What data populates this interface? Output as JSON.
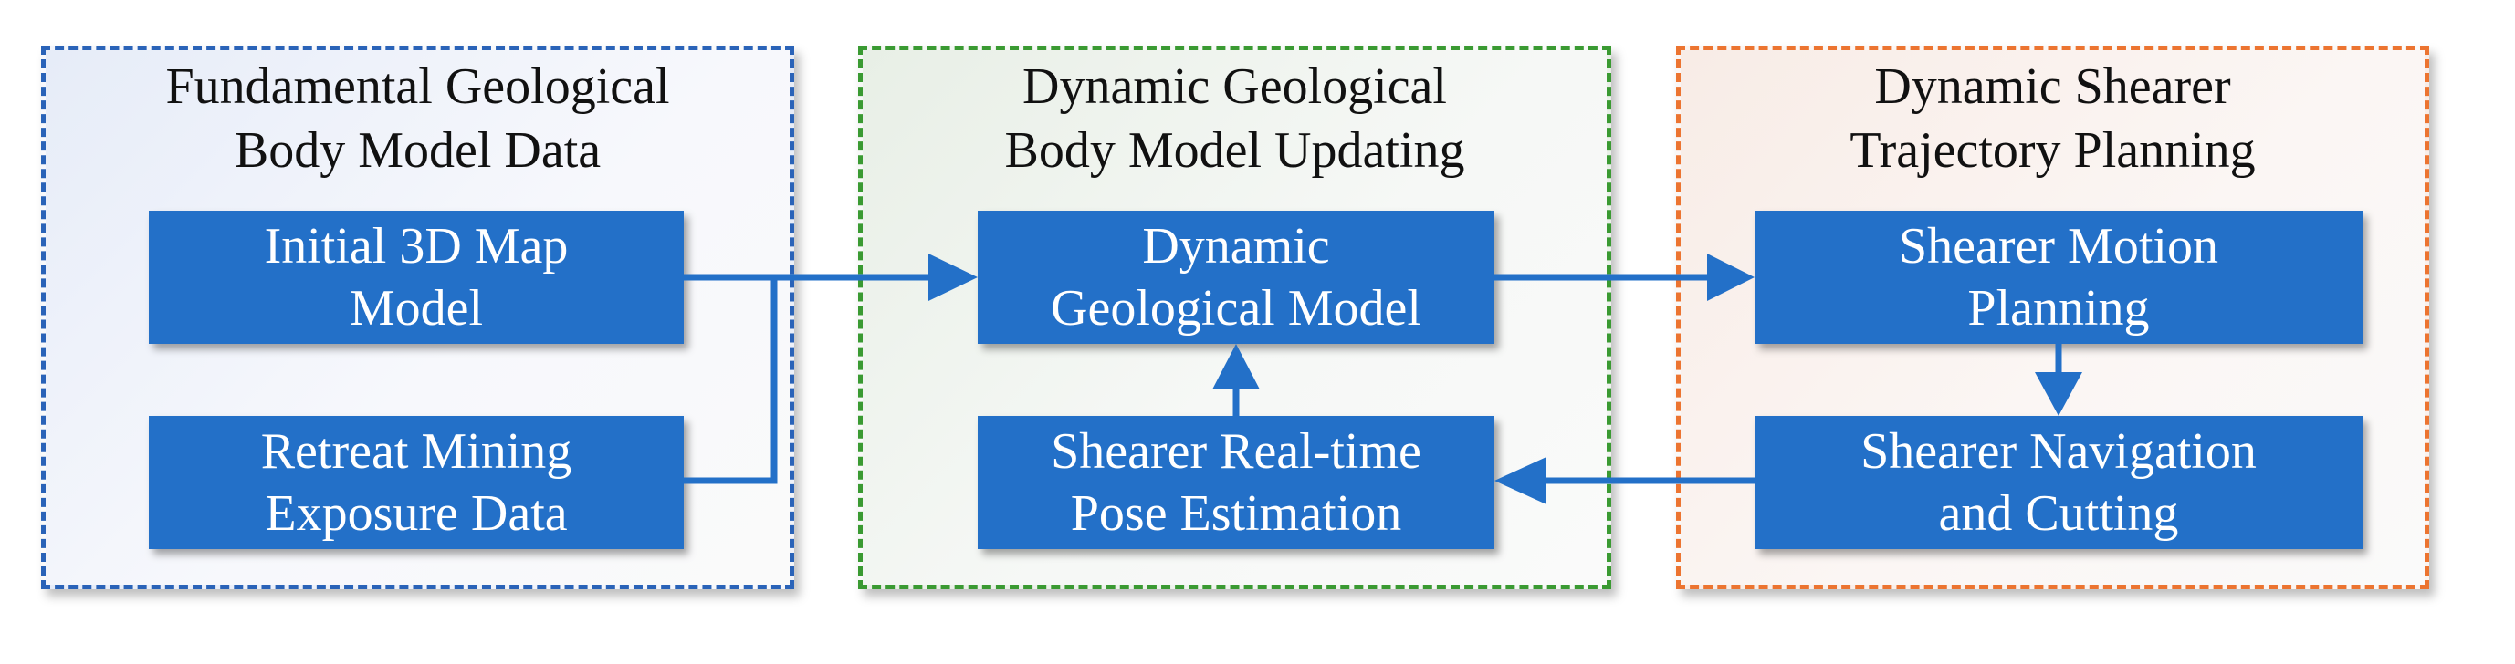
{
  "panels": [
    {
      "title": "Fundamental Geological\nBody Model Data",
      "border_color": "#2a63b8"
    },
    {
      "title": "Dynamic Geological\nBody Model Updating",
      "border_color": "#3a9a32"
    },
    {
      "title": "Dynamic Shearer\nTrajectory Planning",
      "border_color": "#ec7430"
    }
  ],
  "boxes": {
    "initial_map": "Initial 3D Map\nModel",
    "retreat_mining": "Retreat Mining\nExposure Data",
    "dynamic_geo": "Dynamic\nGeological Model",
    "pose_estimation": "Shearer Real-time\nPose Estimation",
    "motion_planning": "Shearer Motion\nPlanning",
    "nav_cutting": "Shearer Navigation\nand Cutting"
  },
  "colors": {
    "box_fill": "#2370c8",
    "arrow": "#2370c8",
    "box_text": "#ffffff"
  }
}
